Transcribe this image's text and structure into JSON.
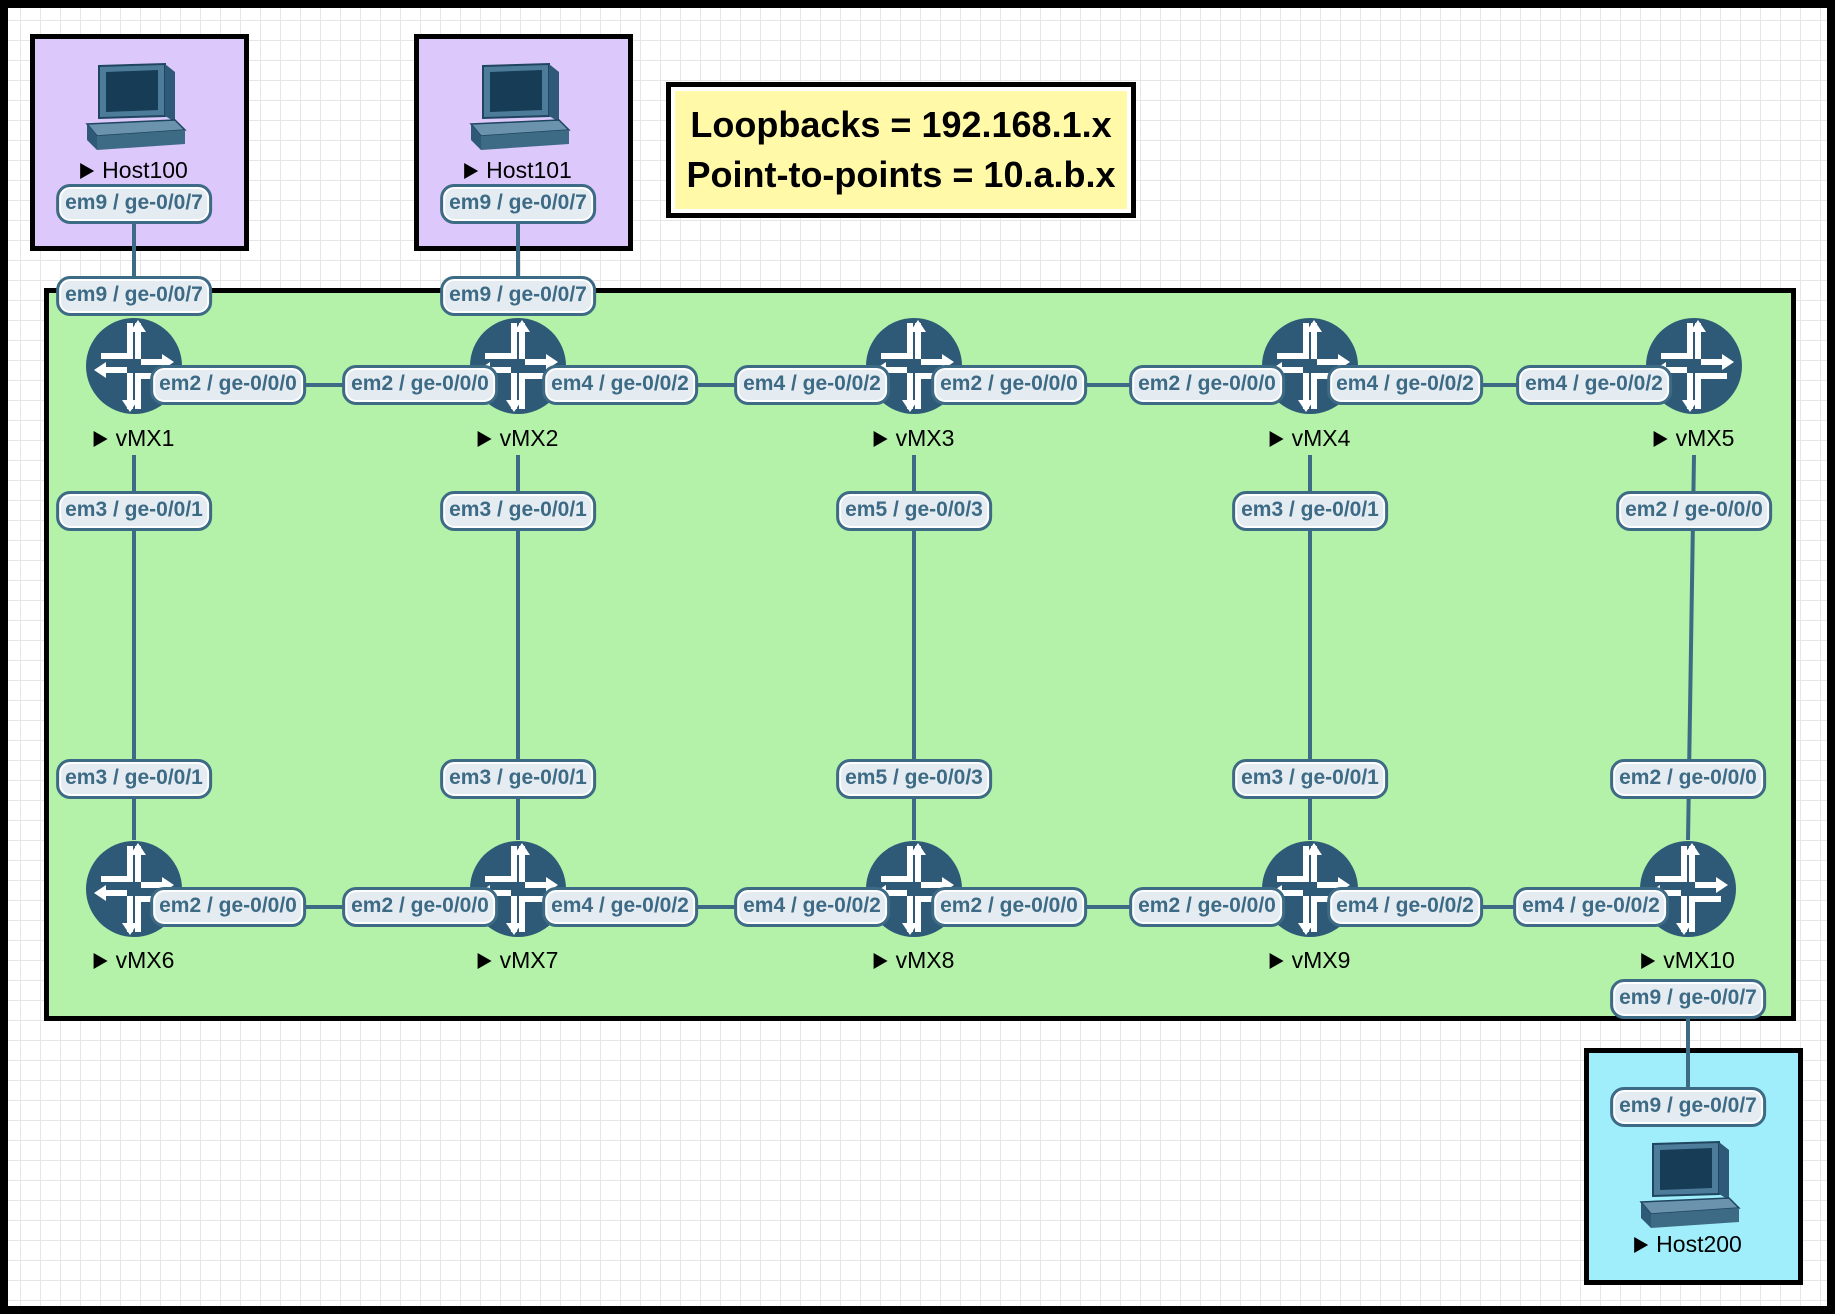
{
  "legend": {
    "line1": "Loopbacks = 192.168.1.x",
    "line2": "Point-to-points = 10.a.b.x"
  },
  "colors": {
    "core_zone": "#b3f2a8",
    "host_zone_top": "#dcc8fb",
    "host_zone_bottom": "#a0eefb",
    "legend_bg": "#fff9a8",
    "router_blue": "#2e5a78",
    "link": "#3d6a85"
  },
  "nodes": {
    "host100": {
      "label": "Host100",
      "icon": "pc-icon"
    },
    "host101": {
      "label": "Host101",
      "icon": "pc-icon"
    },
    "host200": {
      "label": "Host200",
      "icon": "pc-icon"
    },
    "vmx1": {
      "label": "vMX1",
      "icon": "router-icon"
    },
    "vmx2": {
      "label": "vMX2",
      "icon": "router-icon"
    },
    "vmx3": {
      "label": "vMX3",
      "icon": "router-icon"
    },
    "vmx4": {
      "label": "vMX4",
      "icon": "router-icon"
    },
    "vmx5": {
      "label": "vMX5",
      "icon": "router-icon"
    },
    "vmx6": {
      "label": "vMX6",
      "icon": "router-icon"
    },
    "vmx7": {
      "label": "vMX7",
      "icon": "router-icon"
    },
    "vmx8": {
      "label": "vMX8",
      "icon": "router-icon"
    },
    "vmx9": {
      "label": "vMX9",
      "icon": "router-icon"
    },
    "vmx10": {
      "label": "vMX10",
      "icon": "router-icon"
    }
  },
  "links": [
    {
      "id": "host100-vmx1",
      "a": "host100",
      "a_if": "em9 / ge-0/0/7",
      "b": "vmx1",
      "b_if": "em9 / ge-0/0/7"
    },
    {
      "id": "host101-vmx2",
      "a": "host101",
      "a_if": "em9 / ge-0/0/7",
      "b": "vmx2",
      "b_if": "em9 / ge-0/0/7"
    },
    {
      "id": "vmx1-vmx2",
      "a": "vmx1",
      "a_if": "em2 / ge-0/0/0",
      "b": "vmx2",
      "b_if": "em2 / ge-0/0/0"
    },
    {
      "id": "vmx2-vmx3",
      "a": "vmx2",
      "a_if": "em4 / ge-0/0/2",
      "b": "vmx3",
      "b_if": "em4 / ge-0/0/2"
    },
    {
      "id": "vmx3-vmx4",
      "a": "vmx3",
      "a_if": "em2 / ge-0/0/0",
      "b": "vmx4",
      "b_if": "em2 / ge-0/0/0"
    },
    {
      "id": "vmx4-vmx5",
      "a": "vmx4",
      "a_if": "em4 / ge-0/0/2",
      "b": "vmx5",
      "b_if": "em4 / ge-0/0/2"
    },
    {
      "id": "vmx1-vmx6",
      "a": "vmx1",
      "a_if": "em3 / ge-0/0/1",
      "b": "vmx6",
      "b_if": "em3 / ge-0/0/1"
    },
    {
      "id": "vmx2-vmx7",
      "a": "vmx2",
      "a_if": "em3 / ge-0/0/1",
      "b": "vmx7",
      "b_if": "em3 / ge-0/0/1"
    },
    {
      "id": "vmx3-vmx8",
      "a": "vmx3",
      "a_if": "em5 / ge-0/0/3",
      "b": "vmx8",
      "b_if": "em5 / ge-0/0/3"
    },
    {
      "id": "vmx4-vmx9",
      "a": "vmx4",
      "a_if": "em3 / ge-0/0/1",
      "b": "vmx9",
      "b_if": "em3 / ge-0/0/1"
    },
    {
      "id": "vmx5-vmx10",
      "a": "vmx5",
      "a_if": "em2 / ge-0/0/0",
      "b": "vmx10",
      "b_if": "em2 / ge-0/0/0"
    },
    {
      "id": "vmx6-vmx7",
      "a": "vmx6",
      "a_if": "em2 / ge-0/0/0",
      "b": "vmx7",
      "b_if": "em2 / ge-0/0/0"
    },
    {
      "id": "vmx7-vmx8",
      "a": "vmx7",
      "a_if": "em4 / ge-0/0/2",
      "b": "vmx8",
      "b_if": "em4 / ge-0/0/2"
    },
    {
      "id": "vmx8-vmx9",
      "a": "vmx8",
      "a_if": "em2 / ge-0/0/0",
      "b": "vmx9",
      "b_if": "em2 / ge-0/0/0"
    },
    {
      "id": "vmx9-vmx10",
      "a": "vmx9",
      "a_if": "em4 / ge-0/0/2",
      "b": "vmx10",
      "b_if": "em4 / ge-0/0/2"
    },
    {
      "id": "vmx10-host200",
      "a": "vmx10",
      "a_if": "em9 / ge-0/0/7",
      "b": "host200",
      "b_if": "em9 / ge-0/0/7"
    }
  ]
}
